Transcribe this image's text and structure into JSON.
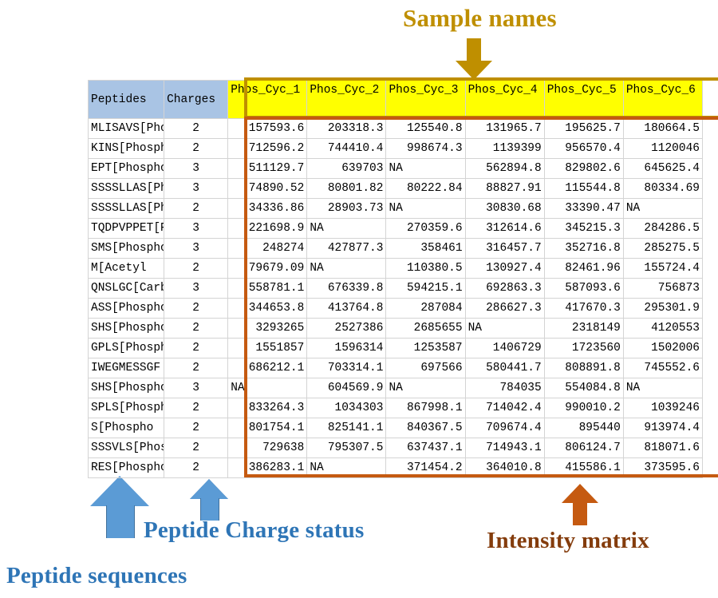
{
  "annotations": {
    "sample_names": "Sample names",
    "intensity_matrix": "Intensity matrix",
    "peptide_charge_status": "Peptide Charge status",
    "peptide_sequences": "Peptide sequences"
  },
  "colors": {
    "sample_names": "#bf8f00",
    "intensity_matrix": "#843c0c",
    "annotation_blue": "#2e75b6",
    "header_blue": "#a9c4e4",
    "header_yellow": "#ffff00",
    "matrix_border": "#c55a11",
    "arrow_blue": "#5b9bd5"
  },
  "table": {
    "headers": {
      "peptides": "Peptides",
      "charges": "Charges",
      "samples": [
        "Phos_Cyc_1",
        "Phos_Cyc_2",
        "Phos_Cyc_3",
        "Phos_Cyc_4",
        "Phos_Cyc_5",
        "Phos_Cyc_6"
      ]
    },
    "rows": [
      {
        "peptide": "MLISAVS[Phospho",
        "charge": "2",
        "values": [
          "157593.6",
          "203318.3",
          "125540.8",
          "131965.7",
          "195625.7",
          "180664.5"
        ]
      },
      {
        "peptide": "KINS[Phospho",
        "charge": "2",
        "values": [
          "712596.2",
          "744410.4",
          "998674.3",
          "1139399",
          "956570.4",
          "1120046"
        ]
      },
      {
        "peptide": "EPT[Phospho",
        "charge": "3",
        "values": [
          "511129.7",
          "639703",
          "NA",
          "562894.8",
          "829802.6",
          "645625.4"
        ]
      },
      {
        "peptide": "SSSSLLAS[Phos",
        "charge": "3",
        "values": [
          "74890.52",
          "80801.82",
          "80222.84",
          "88827.91",
          "115544.8",
          "80334.69"
        ]
      },
      {
        "peptide": "SSSSLLAS[Phos",
        "charge": "2",
        "values": [
          "34336.86",
          "28903.73",
          "NA",
          "30830.68",
          "33390.47",
          "NA"
        ]
      },
      {
        "peptide": "TQDPVPPET[Ph",
        "charge": "3",
        "values": [
          "221698.9",
          "NA",
          "270359.6",
          "312614.6",
          "345215.3",
          "284286.5"
        ]
      },
      {
        "peptide": "SMS[Phospho",
        "charge": "3",
        "values": [
          "248274",
          "427877.3",
          "358461",
          "316457.7",
          "352716.8",
          "285275.5"
        ]
      },
      {
        "peptide": "M[Acetyl",
        "charge": "2",
        "values": [
          "79679.09",
          "NA",
          "110380.5",
          "130927.4",
          "82461.96",
          "155724.4"
        ]
      },
      {
        "peptide": "QNSLGC[Carba",
        "charge": "3",
        "values": [
          "558781.1",
          "676339.8",
          "594215.1",
          "692863.3",
          "587093.6",
          "756873"
        ]
      },
      {
        "peptide": "ASS[Phospho",
        "charge": "2",
        "values": [
          "344653.8",
          "413764.8",
          "287084",
          "286627.3",
          "417670.3",
          "295301.9"
        ]
      },
      {
        "peptide": "SHS[Phospho",
        "charge": "2",
        "values": [
          "3293265",
          "2527386",
          "2685655",
          "NA",
          "2318149",
          "4120553"
        ]
      },
      {
        "peptide": "GPLS[Phospho",
        "charge": "2",
        "values": [
          "1551857",
          "1596314",
          "1253587",
          "1406729",
          "1723560",
          "1502006"
        ]
      },
      {
        "peptide": "IWEGMESSGF",
        "charge": "2",
        "values": [
          "686212.1",
          "703314.1",
          "697566",
          "580441.7",
          "808891.8",
          "745552.6"
        ]
      },
      {
        "peptide": "SHS[Phospho",
        "charge": "3",
        "values": [
          "NA",
          "604569.9",
          "NA",
          "784035",
          "554084.8",
          "NA"
        ]
      },
      {
        "peptide": "SPLS[Phospho",
        "charge": "2",
        "values": [
          "833264.3",
          "1034303",
          "867998.1",
          "714042.4",
          "990010.2",
          "1039246"
        ]
      },
      {
        "peptide": "S[Phospho",
        "charge": "2",
        "values": [
          "801754.1",
          "825141.1",
          "840367.5",
          "709674.4",
          "895440",
          "913974.4"
        ]
      },
      {
        "peptide": "SSSVLS[Phos",
        "charge": "2",
        "values": [
          "729638",
          "795307.5",
          "637437.1",
          "714943.1",
          "806124.7",
          "818071.6"
        ]
      },
      {
        "peptide": "RES[Phospho",
        "charge": "2",
        "values": [
          "386283.1",
          "NA",
          "371454.2",
          "364010.8",
          "415586.1",
          "373595.6"
        ]
      }
    ]
  }
}
